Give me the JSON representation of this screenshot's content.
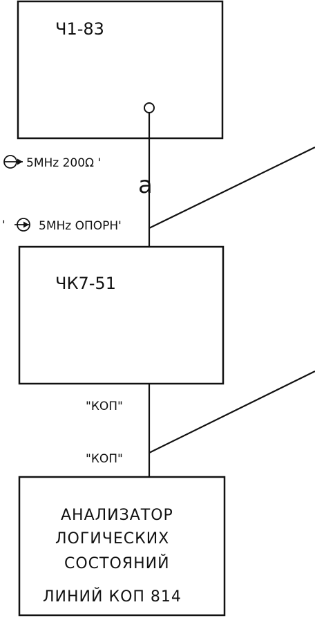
{
  "blocks": {
    "top": {
      "title": "Ч1-83"
    },
    "middle": {
      "title": "ЧК7-51"
    },
    "bottom": {
      "lines": [
        "АНАЛИЗАТОР",
        "ЛОГИЧЕСКИХ",
        "СОСТОЯНИЙ",
        "ЛИНИЙ КОП 814"
      ]
    }
  },
  "connections": {
    "top_out_label": "5MHz 200Ω '",
    "cable_mark": "a",
    "mid_in_label": "5MHz ОПОРН'",
    "kop_out_label": "\"КОП\"",
    "kop_in_label": "\"КОП\""
  },
  "icons": {
    "output_arrow": "circle-arrow-out-icon",
    "input_arrow": "circle-arrow-in-icon"
  },
  "colors": {
    "ink": "#111111",
    "background": "#ffffff"
  }
}
